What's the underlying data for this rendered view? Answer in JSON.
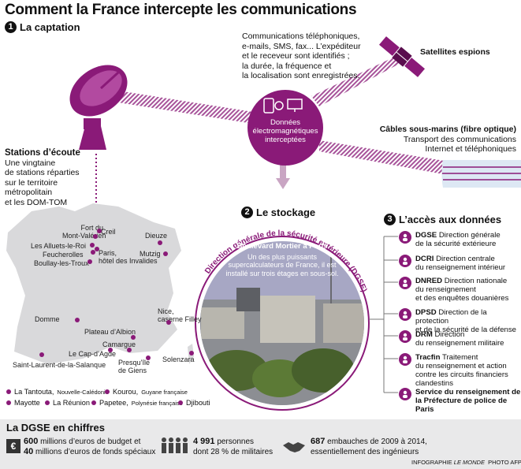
{
  "title": "Comment la France intercepte les communications",
  "section1": {
    "num": "1",
    "label": "La captation"
  },
  "section2": {
    "num": "2",
    "label": "Le stockage"
  },
  "section3": {
    "num": "3",
    "label": "L’accès aux données"
  },
  "comm_text": [
    "Communications téléphoniques,",
    "e-mails, SMS, fax... L’expéditeur",
    "et le receveur sont identifiés ;",
    "la durée, la fréquence et",
    "la localisation sont enregistrées."
  ],
  "satellites": "Satellites espions",
  "cables": {
    "title": "Câbles sous-marins (fibre optique)",
    "lines": [
      "Transport des communications",
      "Internet et téléphoniques"
    ]
  },
  "center": {
    "lines": [
      "Données",
      "électromagnétiques",
      "interceptées"
    ]
  },
  "stations": {
    "title": "Stations d’écoute",
    "lines": [
      "Une vingtaine",
      "de stations réparties",
      "sur le territoire",
      "métropolitain",
      "et les DOM-TOM"
    ]
  },
  "cities": [
    {
      "name": "Fort du",
      "name2": "Mont-Valérien"
    },
    {
      "name": "Creil"
    },
    {
      "name": "Les Alluets-le-Roi"
    },
    {
      "name": "Feucherolles"
    },
    {
      "name": "Boullay-les-Troux"
    },
    {
      "name": "Paris,",
      "name2": "hôtel des Invalides"
    },
    {
      "name": "Dieuze"
    },
    {
      "name": "Mutzig"
    },
    {
      "name": "Nice,",
      "name2": "caserne Filley"
    },
    {
      "name": "Domme"
    },
    {
      "name": "Plateau d’Albion"
    },
    {
      "name": "Camargue"
    },
    {
      "name": "Le Cap-d’Agde"
    },
    {
      "name": "Presqu’île",
      "name2": "de Giens"
    },
    {
      "name": "Solenzara"
    },
    {
      "name": "Saint-Laurent-de-la-Salanque"
    }
  ],
  "dom": [
    {
      "name": "La Tantouta,",
      "detail": "Nouvelle-Calédonie"
    },
    {
      "name": "Kourou,",
      "detail": "Guyane française"
    },
    {
      "name": "Mayotte",
      "detail": ""
    },
    {
      "name": "La Réunion",
      "detail": ""
    },
    {
      "name": "Papetee,",
      "detail": "Polynésie française"
    },
    {
      "name": "Djibouti",
      "detail": ""
    }
  ],
  "dgse_arc": "Direction générale de la sécurité extérieure (DGSE)",
  "photo": {
    "caption_title": "Boulevard Mortier à Paris",
    "caption": [
      "Un des plus puissants",
      "supercalculateurs de France, il est",
      "installé sur trois étages en sous-sol."
    ]
  },
  "access": [
    {
      "code": "DGSE",
      "lines": [
        "Direction générale",
        "de la sécurité extérieure"
      ]
    },
    {
      "code": "DCRI",
      "lines": [
        "Direction centrale",
        "du renseignement intérieur"
      ]
    },
    {
      "code": "DNRED",
      "lines": [
        "Direction nationale",
        "du renseignement",
        "et des enquêtes douanières"
      ]
    },
    {
      "code": "DPSD",
      "lines": [
        "Direction de la protection",
        "et de la sécurité de la défense"
      ]
    },
    {
      "code": "DRM",
      "lines": [
        "Direction",
        "du renseignement militaire"
      ]
    },
    {
      "code": "Tracfin",
      "lines": [
        "Traitement",
        "du renseignement et action",
        "contre les circuits financiers",
        "clandestins"
      ]
    },
    {
      "code": "",
      "lines": [
        "Service du renseignement de",
        "la Préfecture de police de Paris"
      ]
    }
  ],
  "figures": {
    "title": "La DGSE en chiffres",
    "budget": {
      "n1": "600",
      "t1": "millions d’euros de budget et",
      "n2": "40",
      "t2": "millions d’euros de fonds spéciaux",
      "symbol": "€"
    },
    "staff": {
      "n1": "4 991",
      "t1": "personnes",
      "t2": "dont 28 % de militaires"
    },
    "hires": {
      "n1": "687",
      "t1": "embauches de 2009 à 2014,",
      "t2": "essentiellement des ingénieurs"
    }
  },
  "credit": {
    "pre": "INFOGRAPHIE",
    "italic": "LE MONDE",
    "post": "PHOTO AFP"
  },
  "colors": {
    "accent": "#8a1a78",
    "map": "#d9d9db",
    "panel": "#e9e9ea"
  }
}
